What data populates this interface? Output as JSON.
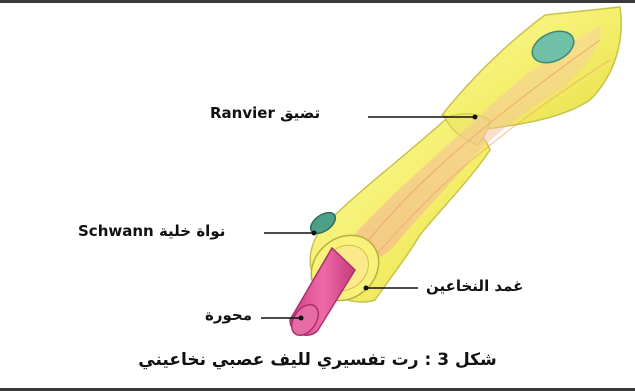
{
  "labels": {
    "ranvier": "تضيق Ranvier",
    "schwann": "نواة خلية Schwann",
    "myelin": "غمد النخاعين",
    "axon": "محورة"
  },
  "caption": "شكل 3 : رت تفسيري لليف عصبي نخاعيني",
  "colors": {
    "myelin_fill": "#f6f27a",
    "myelin_edge": "#b9b640",
    "axon_fill": "#e4569b",
    "axon_edge": "#a8326a",
    "nucleus": "#62b6a0",
    "core_tint": "#f2c4a6",
    "label_line": "#111111"
  }
}
